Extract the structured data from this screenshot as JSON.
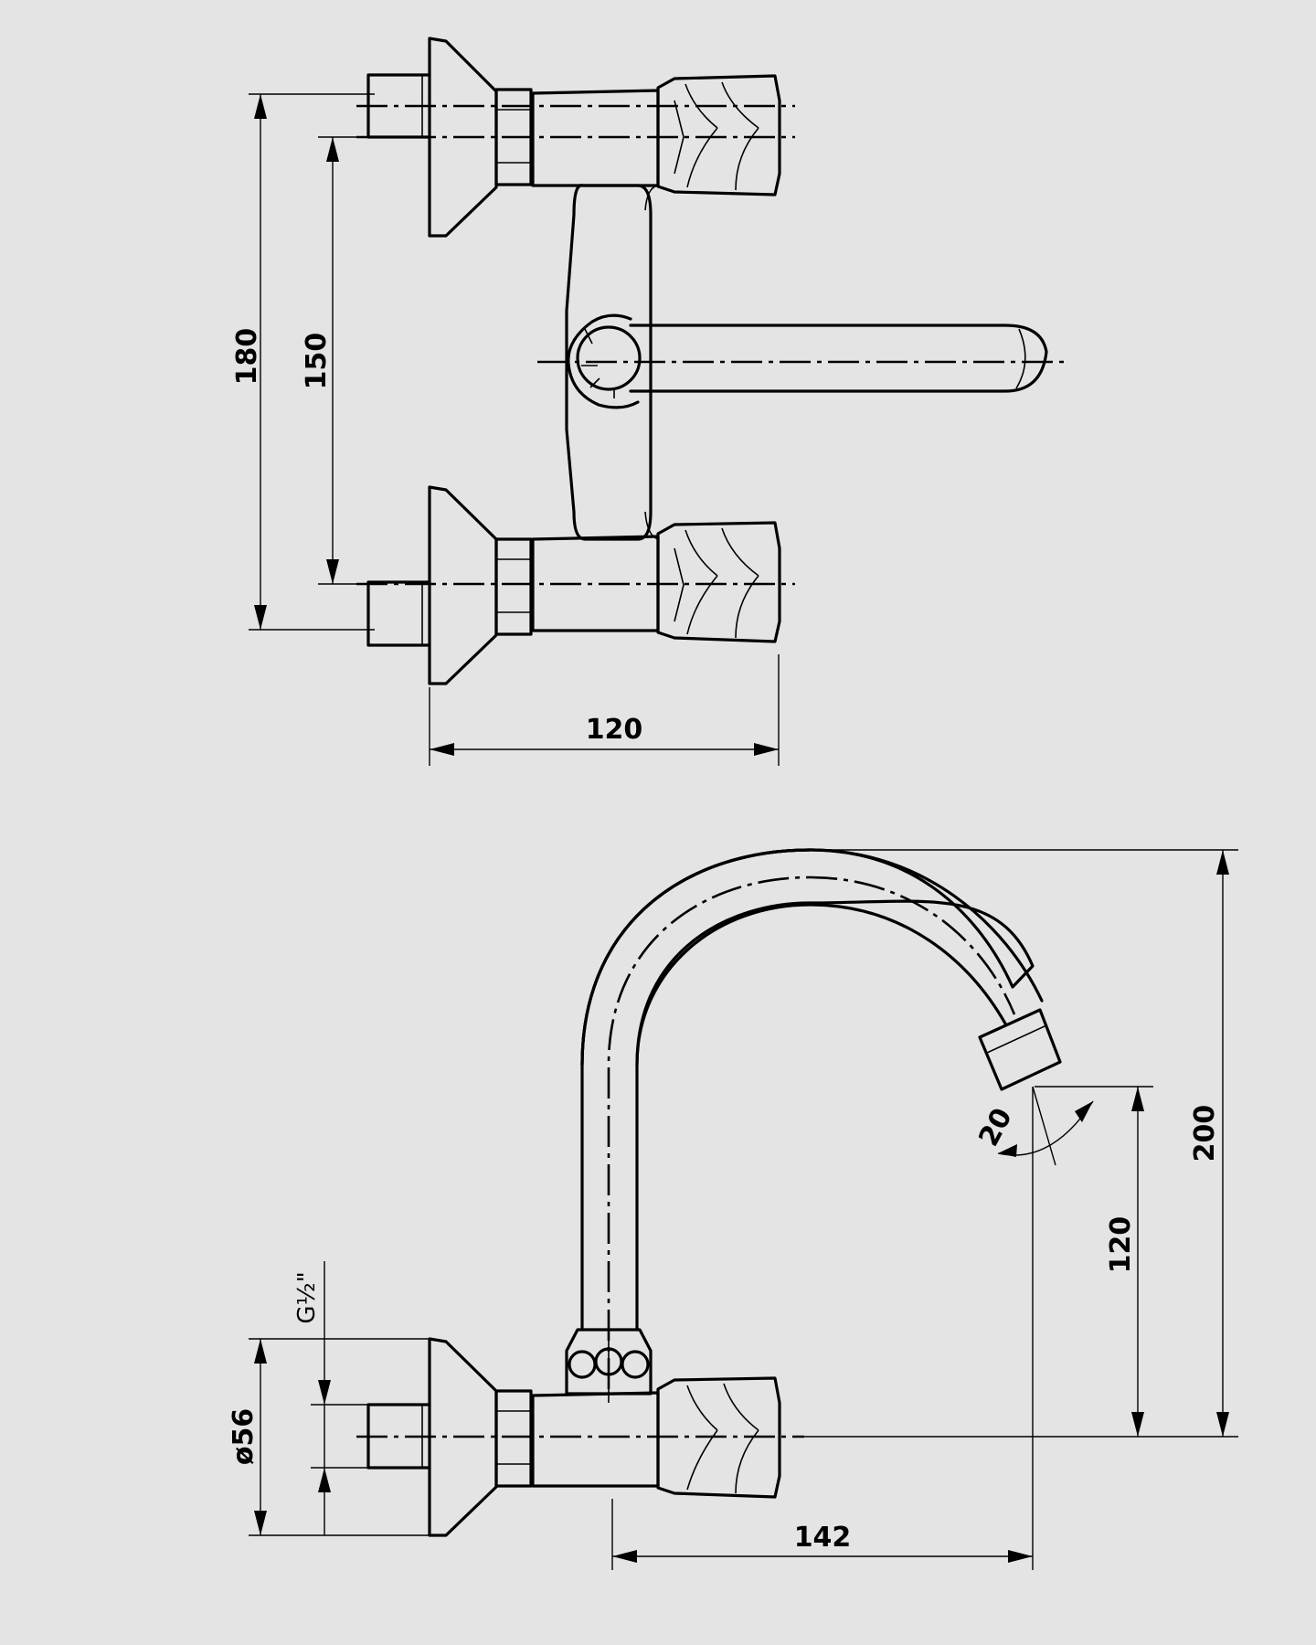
{
  "top_view": {
    "dim_height_outer": "180",
    "dim_height_inner": "150",
    "dim_width": "120"
  },
  "side_view": {
    "dim_total_height": "200",
    "dim_outlet_height": "120",
    "dim_reach": "142",
    "dim_angle": "20",
    "dim_flange_diameter": "ø56",
    "thread": "G½\""
  }
}
